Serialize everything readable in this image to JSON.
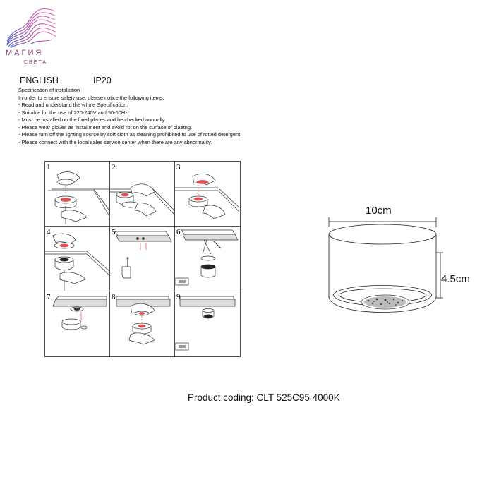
{
  "brand": {
    "name": "МАГИЯ",
    "tagline": "СВЕТА"
  },
  "header": {
    "language": "ENGLISH",
    "ip_rating": "IP20"
  },
  "specification": {
    "title": "Specification of installation",
    "lines": [
      "In order to ensure safety use, please notice the following items:",
      "- Read and understand the whole Specification.",
      "- Suitable for the use of 220-240V and 50-60Hz.",
      "- Must be installed on the fixed places and be checked annually",
      "- Please wear gloves as installment and avoid rot on the surface of plaetng.",
      "- Please turn off the lighting source by soft cloth as cleaning prohibited to use of rotted detergent.",
      "- Please connect with the local sales service center when there are any abnormality."
    ]
  },
  "steps": [
    "1",
    "2",
    "3",
    "4",
    "5",
    "6",
    "7",
    "8",
    "9"
  ],
  "dimensions": {
    "diameter": "10cm",
    "height": "4.5cm"
  },
  "product": {
    "coding": "Product coding: CLT 525C95 4000K"
  }
}
